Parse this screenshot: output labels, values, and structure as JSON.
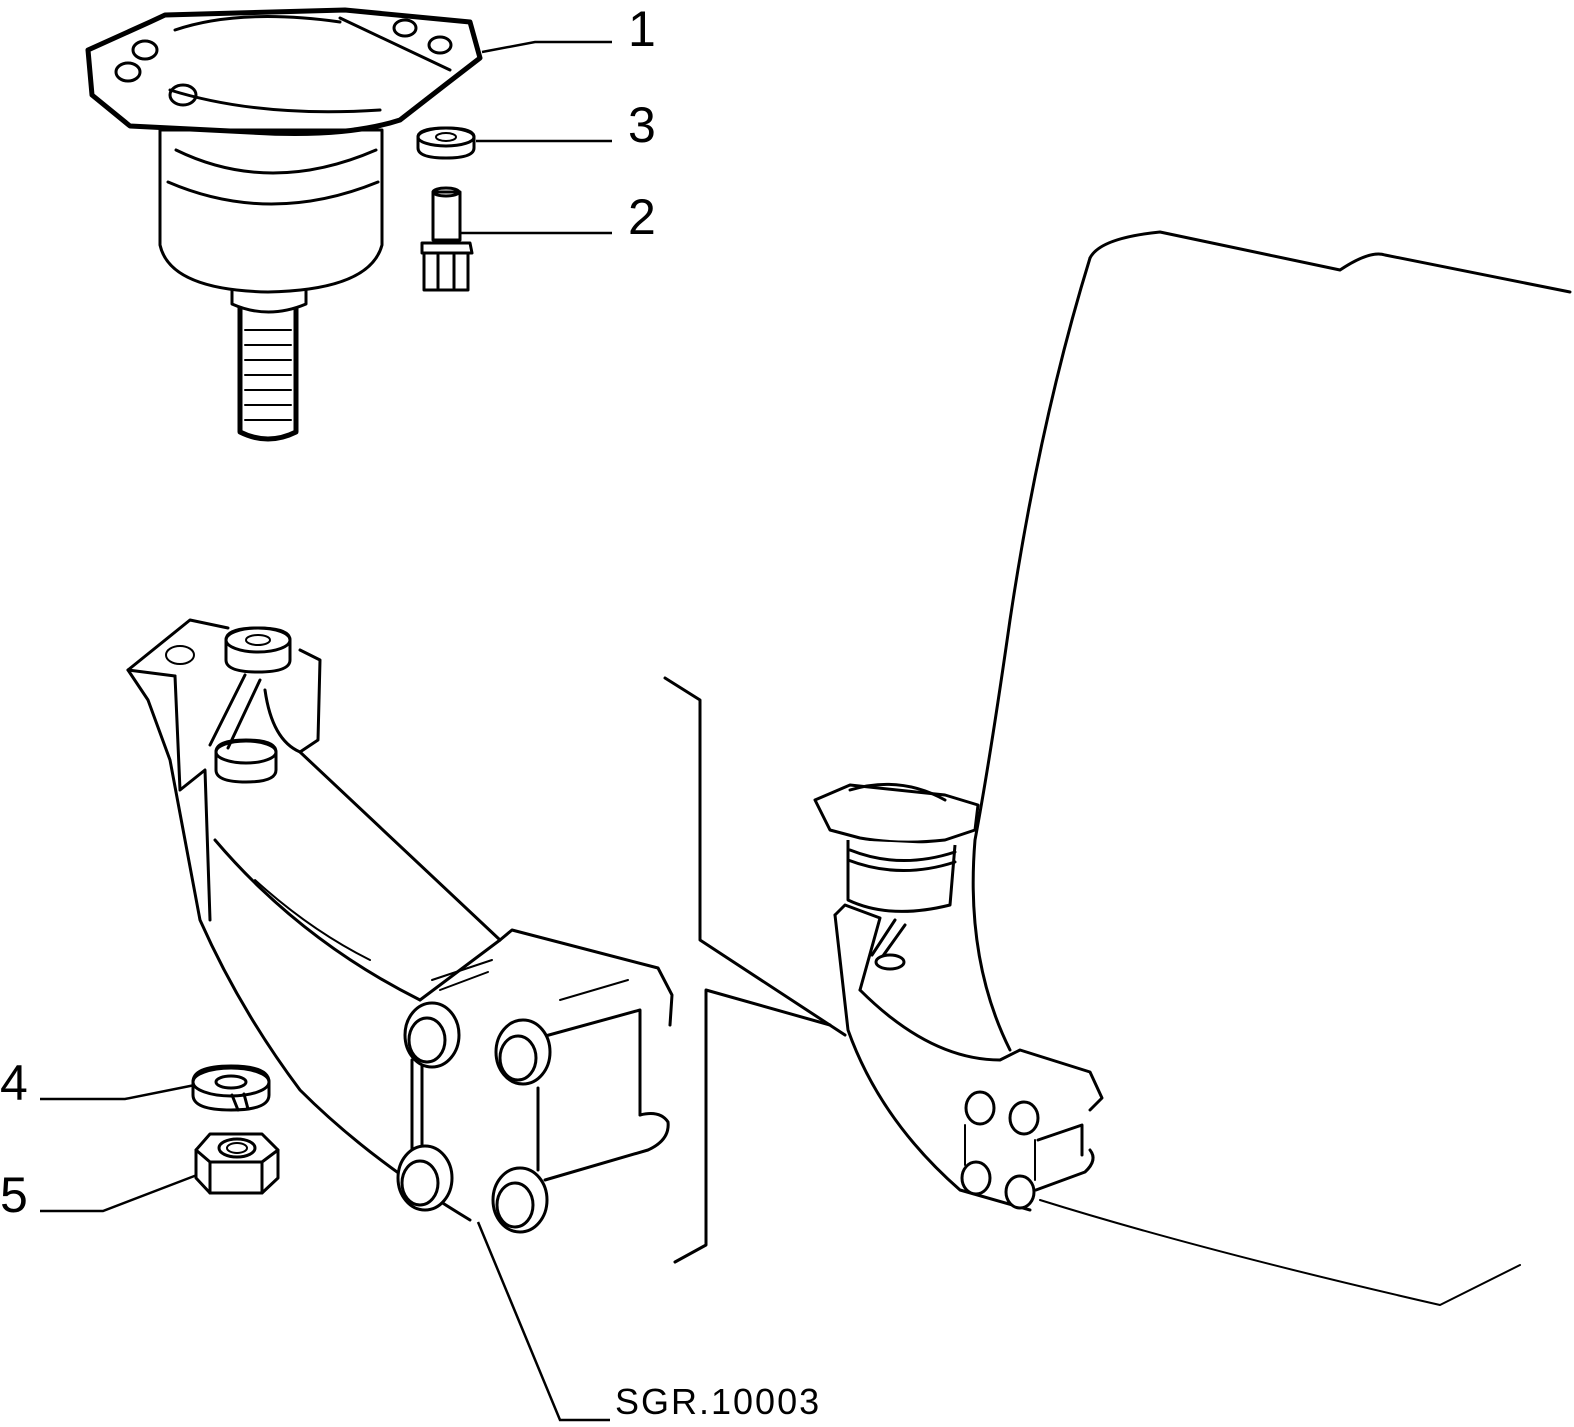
{
  "callouts": {
    "c1": "1",
    "c2": "2",
    "c3": "3",
    "c4": "4",
    "c5": "5"
  },
  "drawing_ref": "SGR.10003"
}
